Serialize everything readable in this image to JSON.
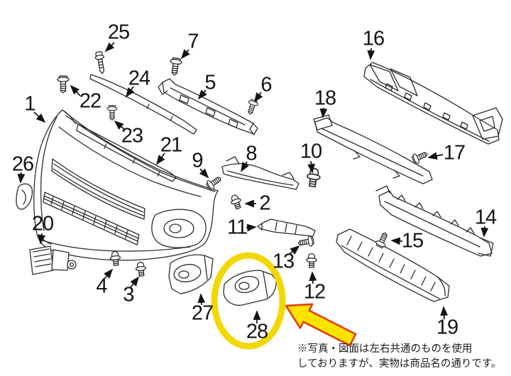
{
  "parts": [
    {
      "num": "1"
    },
    {
      "num": "2"
    },
    {
      "num": "3"
    },
    {
      "num": "4"
    },
    {
      "num": "5"
    },
    {
      "num": "6"
    },
    {
      "num": "7"
    },
    {
      "num": "8"
    },
    {
      "num": "9"
    },
    {
      "num": "10"
    },
    {
      "num": "11"
    },
    {
      "num": "12"
    },
    {
      "num": "13"
    },
    {
      "num": "14"
    },
    {
      "num": "15"
    },
    {
      "num": "16"
    },
    {
      "num": "17"
    },
    {
      "num": "18"
    },
    {
      "num": "19"
    },
    {
      "num": "20"
    },
    {
      "num": "21"
    },
    {
      "num": "22"
    },
    {
      "num": "23"
    },
    {
      "num": "24"
    },
    {
      "num": "25"
    },
    {
      "num": "26"
    },
    {
      "num": "27"
    },
    {
      "num": "28"
    }
  ],
  "note": {
    "line1": "※写真・図面は左右共通のものを使用",
    "line2": "しておりますが、実物は商品名の通りです。"
  },
  "highlight": {
    "circled_part_number": "28",
    "circle_color": "#f2d800",
    "arrow_fill": "#ffe400",
    "arrow_outline": "#e8380d"
  },
  "colors": {
    "line_art": "#2d2d2d",
    "label_text": "#141414",
    "background": "#ffffff"
  },
  "icons": {
    "bolt": "hex-flange-bolt-glyph",
    "screw": "shoulder-screw-glyph",
    "clip": "push-clip-glyph"
  }
}
